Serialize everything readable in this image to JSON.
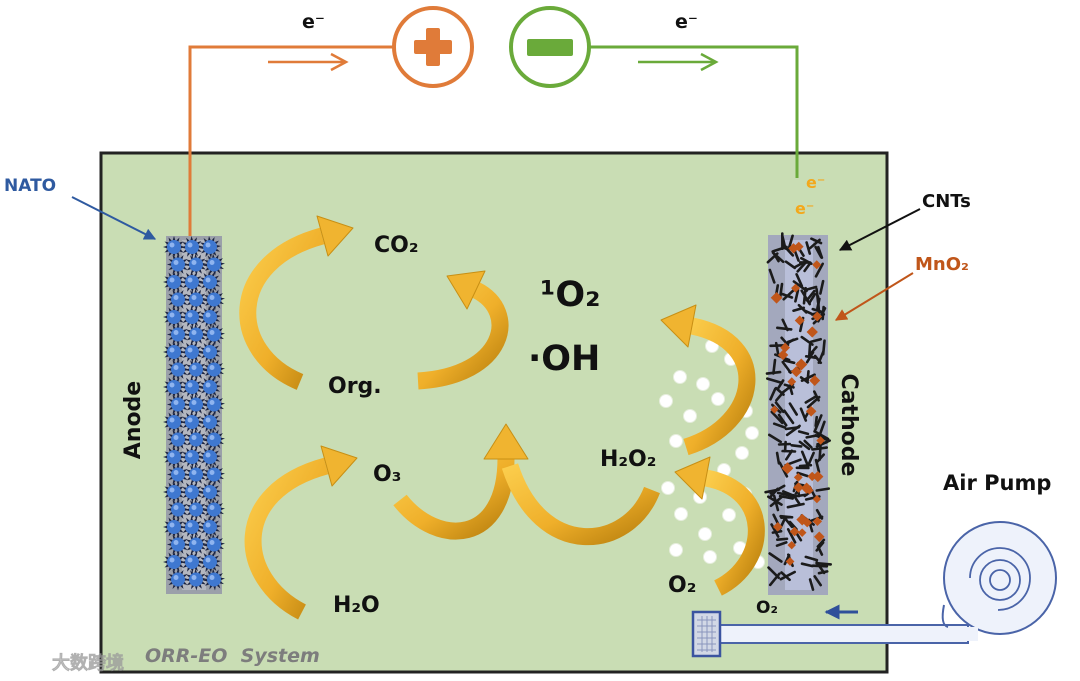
{
  "system_label": "ORR-EO  System",
  "wires": {
    "anode_side": {
      "electron_label": "e⁻",
      "color": "#e07b39"
    },
    "cathode_side": {
      "electron_label": "e⁻",
      "color": "#6aaa3a"
    }
  },
  "terminals": {
    "positive": {
      "icon": "plus-icon",
      "color": "#e07b39"
    },
    "negative": {
      "icon": "minus-icon",
      "color": "#6aaa3a"
    }
  },
  "electrodes": {
    "anode": {
      "label": "Anode",
      "material_label": "NATO"
    },
    "cathode": {
      "label": "Cathode",
      "material_labels": [
        "CNTs",
        "MnO₂"
      ],
      "electron_labels": [
        "e⁻",
        "e⁻"
      ]
    }
  },
  "species": {
    "co2": "CO₂",
    "singlet_o2": "¹O₂",
    "oh": "·OH",
    "org": "Org.",
    "o3": "O₃",
    "h2o2": "H₂O₂",
    "h2o": "H₂O",
    "o2": "O₂",
    "o2_inlet": "O₂"
  },
  "air_pump": {
    "label": "Air Pump"
  },
  "watermark": "大数跨境",
  "colors": {
    "panel": "#c9ddb4",
    "reaction_arrow": "#f0b430",
    "nato_blue": "#2f5aa0",
    "mno2_brown": "#c0561a",
    "cathode_electron": "#f3a81c",
    "pump_blue": "#3d55a0"
  }
}
